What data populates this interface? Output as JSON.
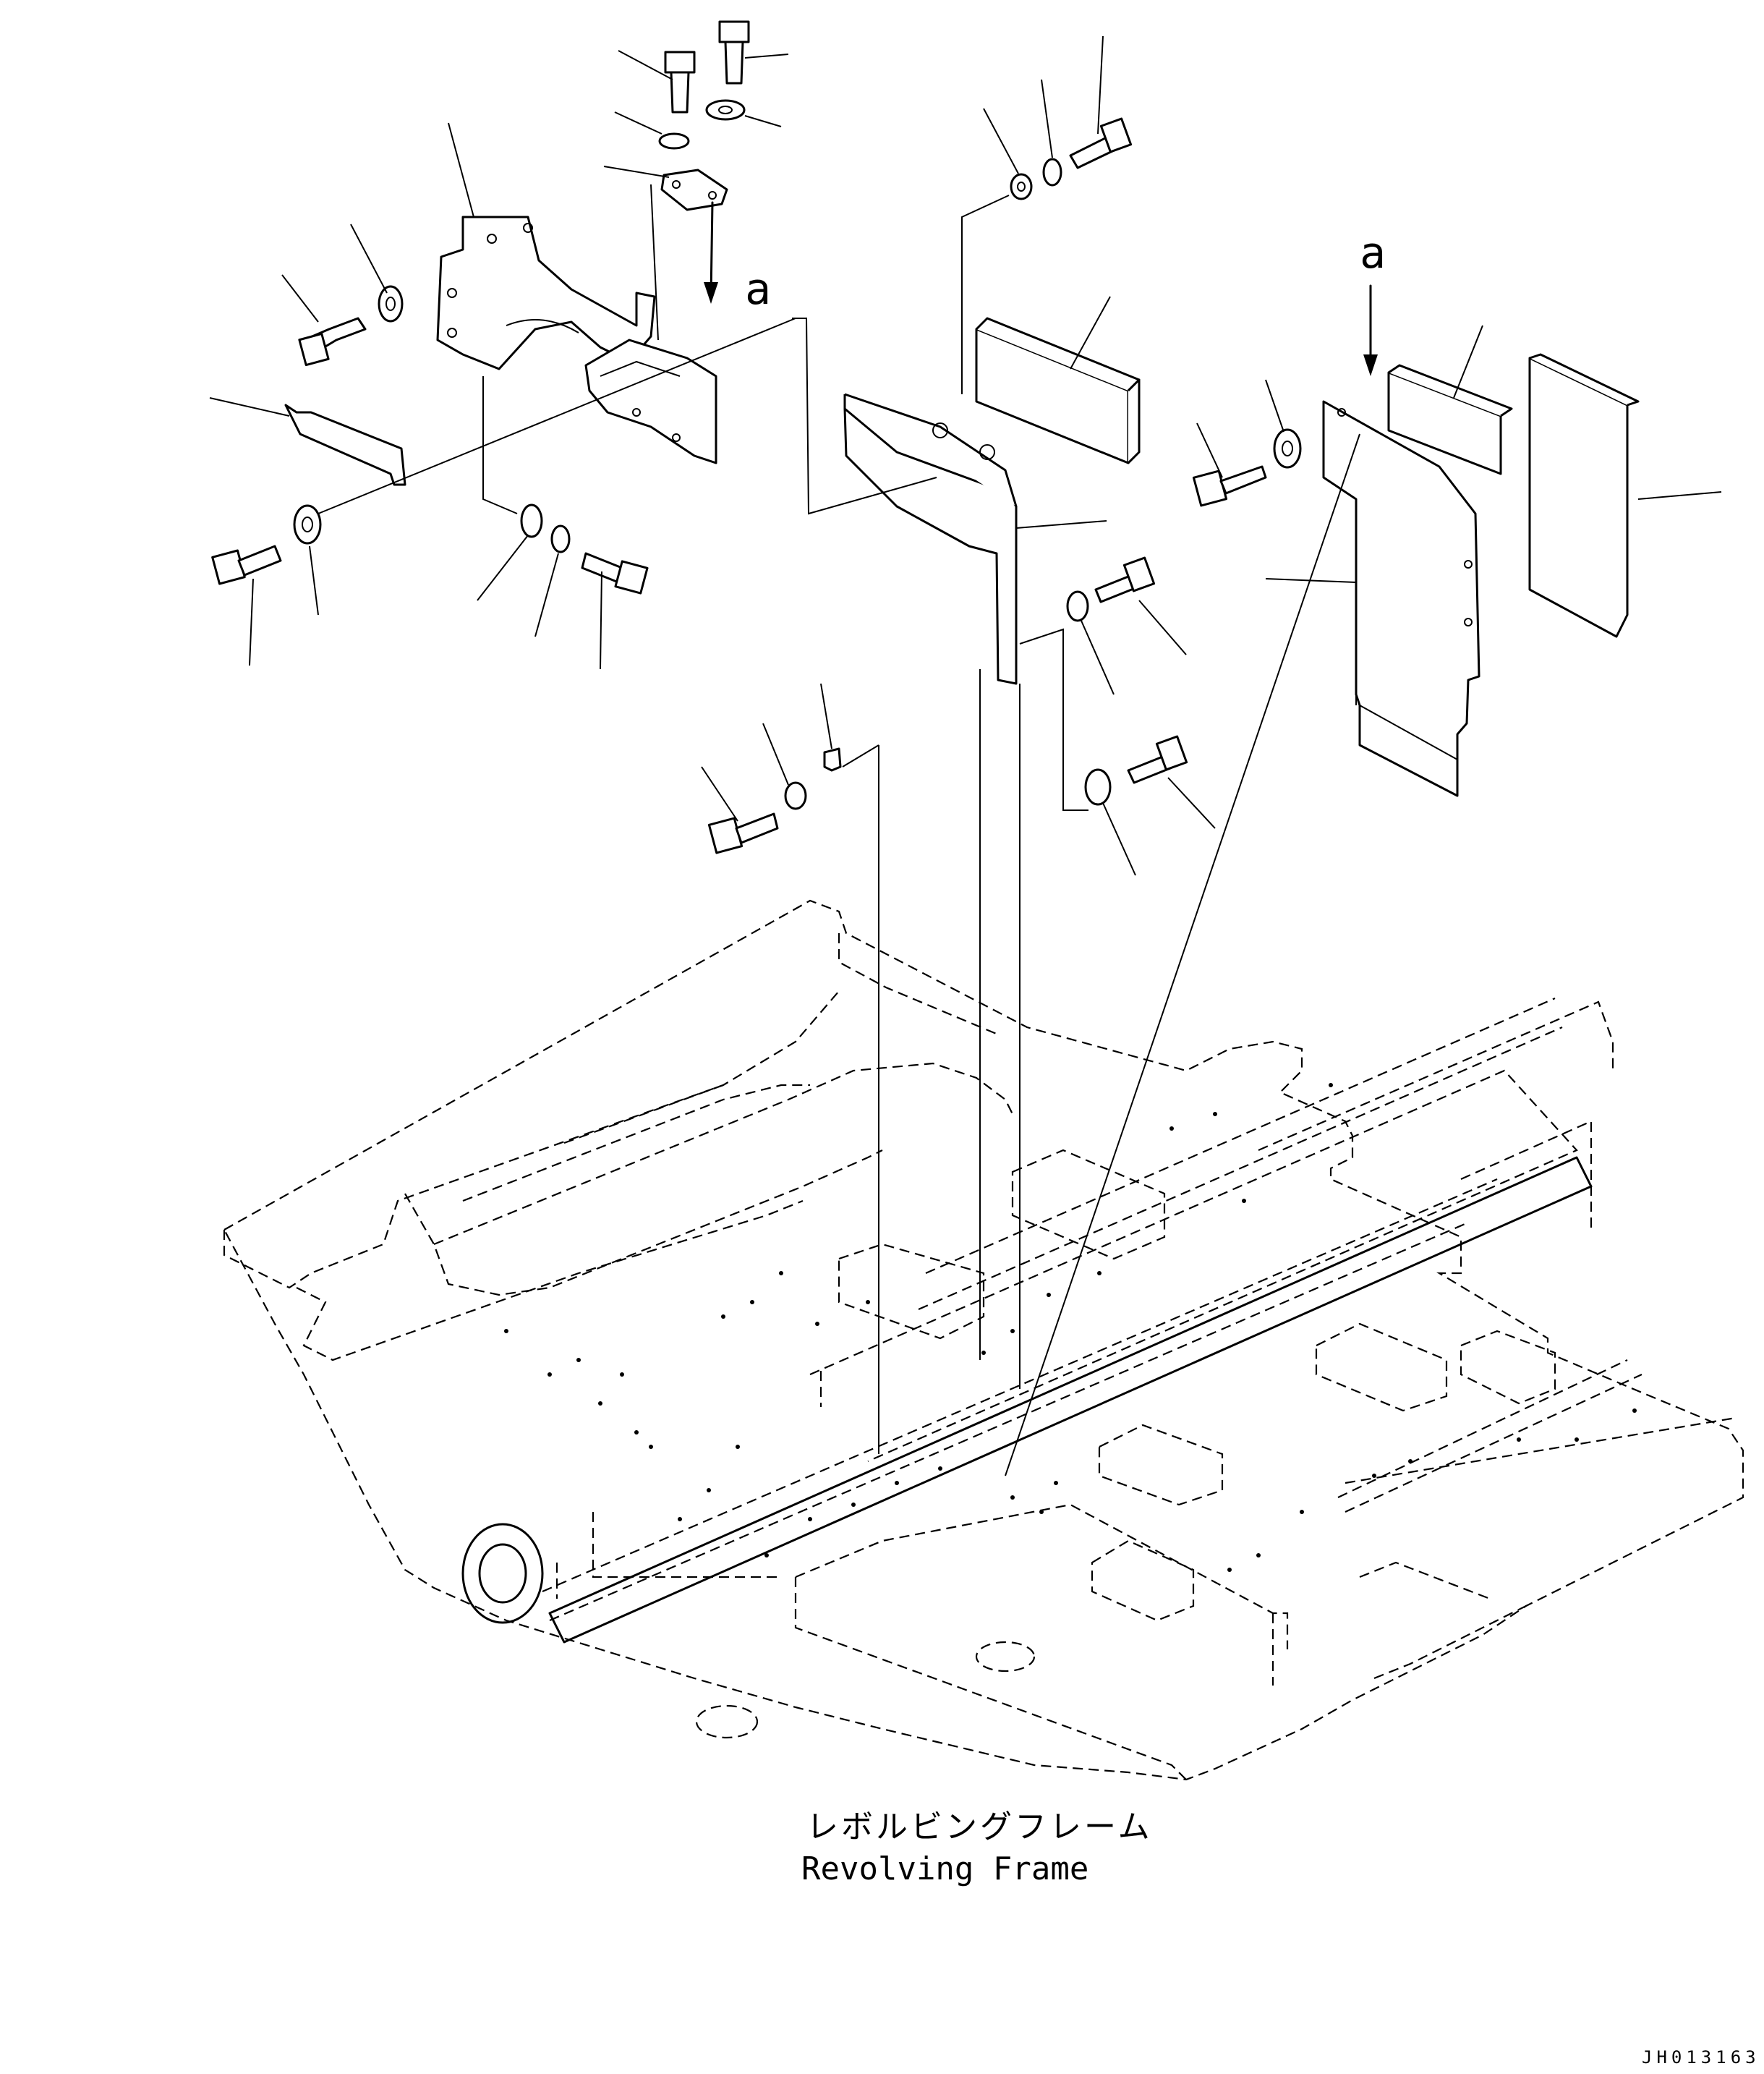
{
  "diagram": {
    "view_arrow_label_left": "a",
    "view_arrow_label_right": "a",
    "frame_label_jp": "レボルビングフレーム",
    "frame_label_en": "Revolving Frame",
    "drawing_code": "JH013163"
  }
}
